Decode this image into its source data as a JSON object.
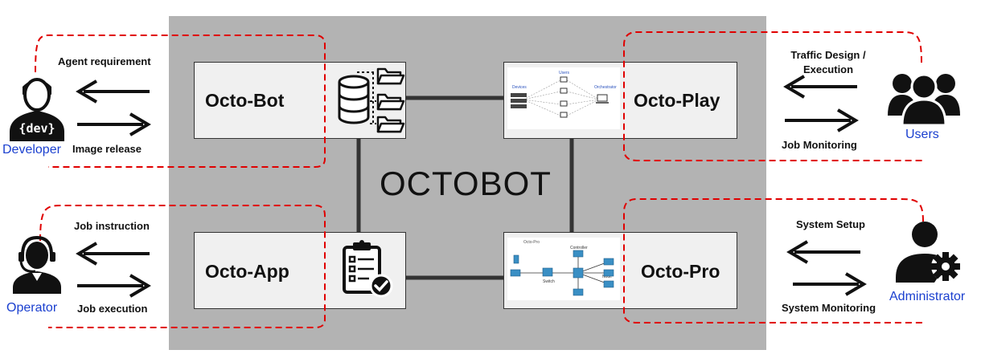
{
  "title": "OCTOBOT",
  "modules": {
    "bot": {
      "label": "Octo-Bot",
      "icon": "database-folders-icon"
    },
    "play": {
      "label": "Octo-Play",
      "icon": "network-topology-thumbnail"
    },
    "app": {
      "label": "Octo-App",
      "icon": "clipboard-check-icon"
    },
    "pro": {
      "label": "Octo-Pro",
      "icon": "controller-topology-thumbnail"
    }
  },
  "actors": {
    "developer": {
      "label": "Developer",
      "icon": "developer-icon",
      "in_label": "Agent requirement",
      "out_label": "Image release"
    },
    "operator": {
      "label": "Operator",
      "icon": "operator-headset-icon",
      "in_label": "Job instruction",
      "out_label": "Job execution"
    },
    "users": {
      "label": "Users",
      "icon": "users-group-icon",
      "in_label_line1": "Traffic Design /",
      "in_label_line2": "Execution",
      "out_label": "Job Monitoring"
    },
    "administrator": {
      "label": "Administrator",
      "icon": "admin-gear-icon",
      "in_label": "System Setup",
      "out_label": "System Monitoring"
    }
  },
  "thumb_play": {
    "col1": "Devices",
    "col2": "Users",
    "col3": "Orchestrator"
  },
  "thumb_pro": {
    "header": "Octo-Pro",
    "n1": "Controller",
    "n2": "Switch",
    "n3": "Node"
  },
  "colors": {
    "core_bg": "#b3b3b3",
    "module_bg": "#f0f0f0",
    "connector": "#333333",
    "dashed_group": "#e00000",
    "actor_label": "#1a3fcf"
  }
}
